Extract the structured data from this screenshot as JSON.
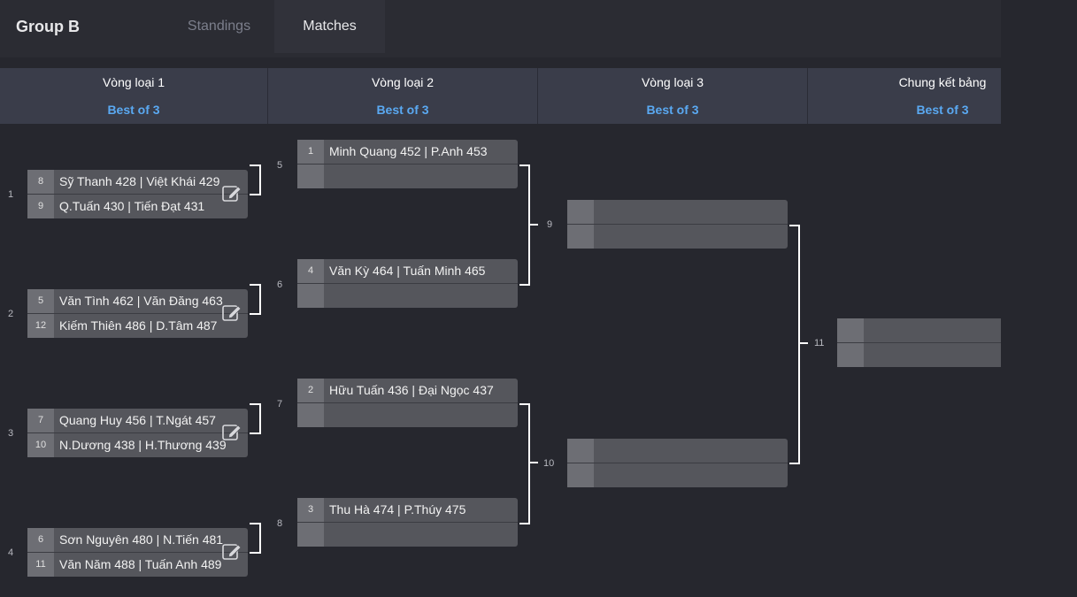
{
  "header": {
    "group_title": "Group B",
    "tabs": [
      "Standings",
      "Matches"
    ],
    "active_tab": "Matches"
  },
  "rounds": [
    {
      "name": "Vòng loại 1",
      "best_of": "Best of 3"
    },
    {
      "name": "Vòng loại 2",
      "best_of": "Best of 3"
    },
    {
      "name": "Vòng loại 3",
      "best_of": "Best of 3"
    },
    {
      "name": "Chung kết bảng",
      "best_of": "Best of 3"
    }
  ],
  "matches": [
    {
      "number": "1",
      "top": {
        "seed": "8",
        "team": "Sỹ Thanh 428 | Việt Khái 429"
      },
      "bottom": {
        "seed": "9",
        "team": "Q.Tuấn 430 | Tiến Đạt 431"
      }
    },
    {
      "number": "2",
      "top": {
        "seed": "5",
        "team": "Văn Tình 462 | Văn Đăng 463"
      },
      "bottom": {
        "seed": "12",
        "team": "Kiếm Thiên 486 | D.Tâm 487"
      }
    },
    {
      "number": "3",
      "top": {
        "seed": "7",
        "team": "Quang Huy 456 | T.Ngát 457"
      },
      "bottom": {
        "seed": "10",
        "team": "N.Dương 438 | H.Thương 439"
      }
    },
    {
      "number": "4",
      "top": {
        "seed": "6",
        "team": "Sơn Nguyên 480 | N.Tiến 481"
      },
      "bottom": {
        "seed": "11",
        "team": "Văn Năm 488 | Tuấn Anh 489"
      }
    },
    {
      "number": "5",
      "top": {
        "seed": "1",
        "team": "Minh Quang 452 | P.Anh 453"
      },
      "bottom": {
        "seed": "",
        "team": ""
      }
    },
    {
      "number": "6",
      "top": {
        "seed": "4",
        "team": "Văn Kỳ 464 | Tuấn Minh 465"
      },
      "bottom": {
        "seed": "",
        "team": ""
      }
    },
    {
      "number": "7",
      "top": {
        "seed": "2",
        "team": "Hữu Tuấn 436 | Đại Ngọc 437"
      },
      "bottom": {
        "seed": "",
        "team": ""
      }
    },
    {
      "number": "8",
      "top": {
        "seed": "3",
        "team": "Thu Hà 474 | P.Thúy 475"
      },
      "bottom": {
        "seed": "",
        "team": ""
      }
    },
    {
      "number": "9",
      "top": {
        "seed": "",
        "team": ""
      },
      "bottom": {
        "seed": "",
        "team": ""
      }
    },
    {
      "number": "10",
      "top": {
        "seed": "",
        "team": ""
      },
      "bottom": {
        "seed": "",
        "team": ""
      }
    },
    {
      "number": "11",
      "top": {
        "seed": "",
        "team": ""
      },
      "bottom": {
        "seed": "",
        "team": ""
      }
    }
  ],
  "icons": {
    "edit": "edit-pencil-icon"
  },
  "colors": {
    "background": "#26272e",
    "round_header": "#3a3d4a",
    "best_of": "#5aa9f2",
    "match_box": "#55565c",
    "seed_box": "#6d6e74",
    "connector": "#ffffff"
  }
}
